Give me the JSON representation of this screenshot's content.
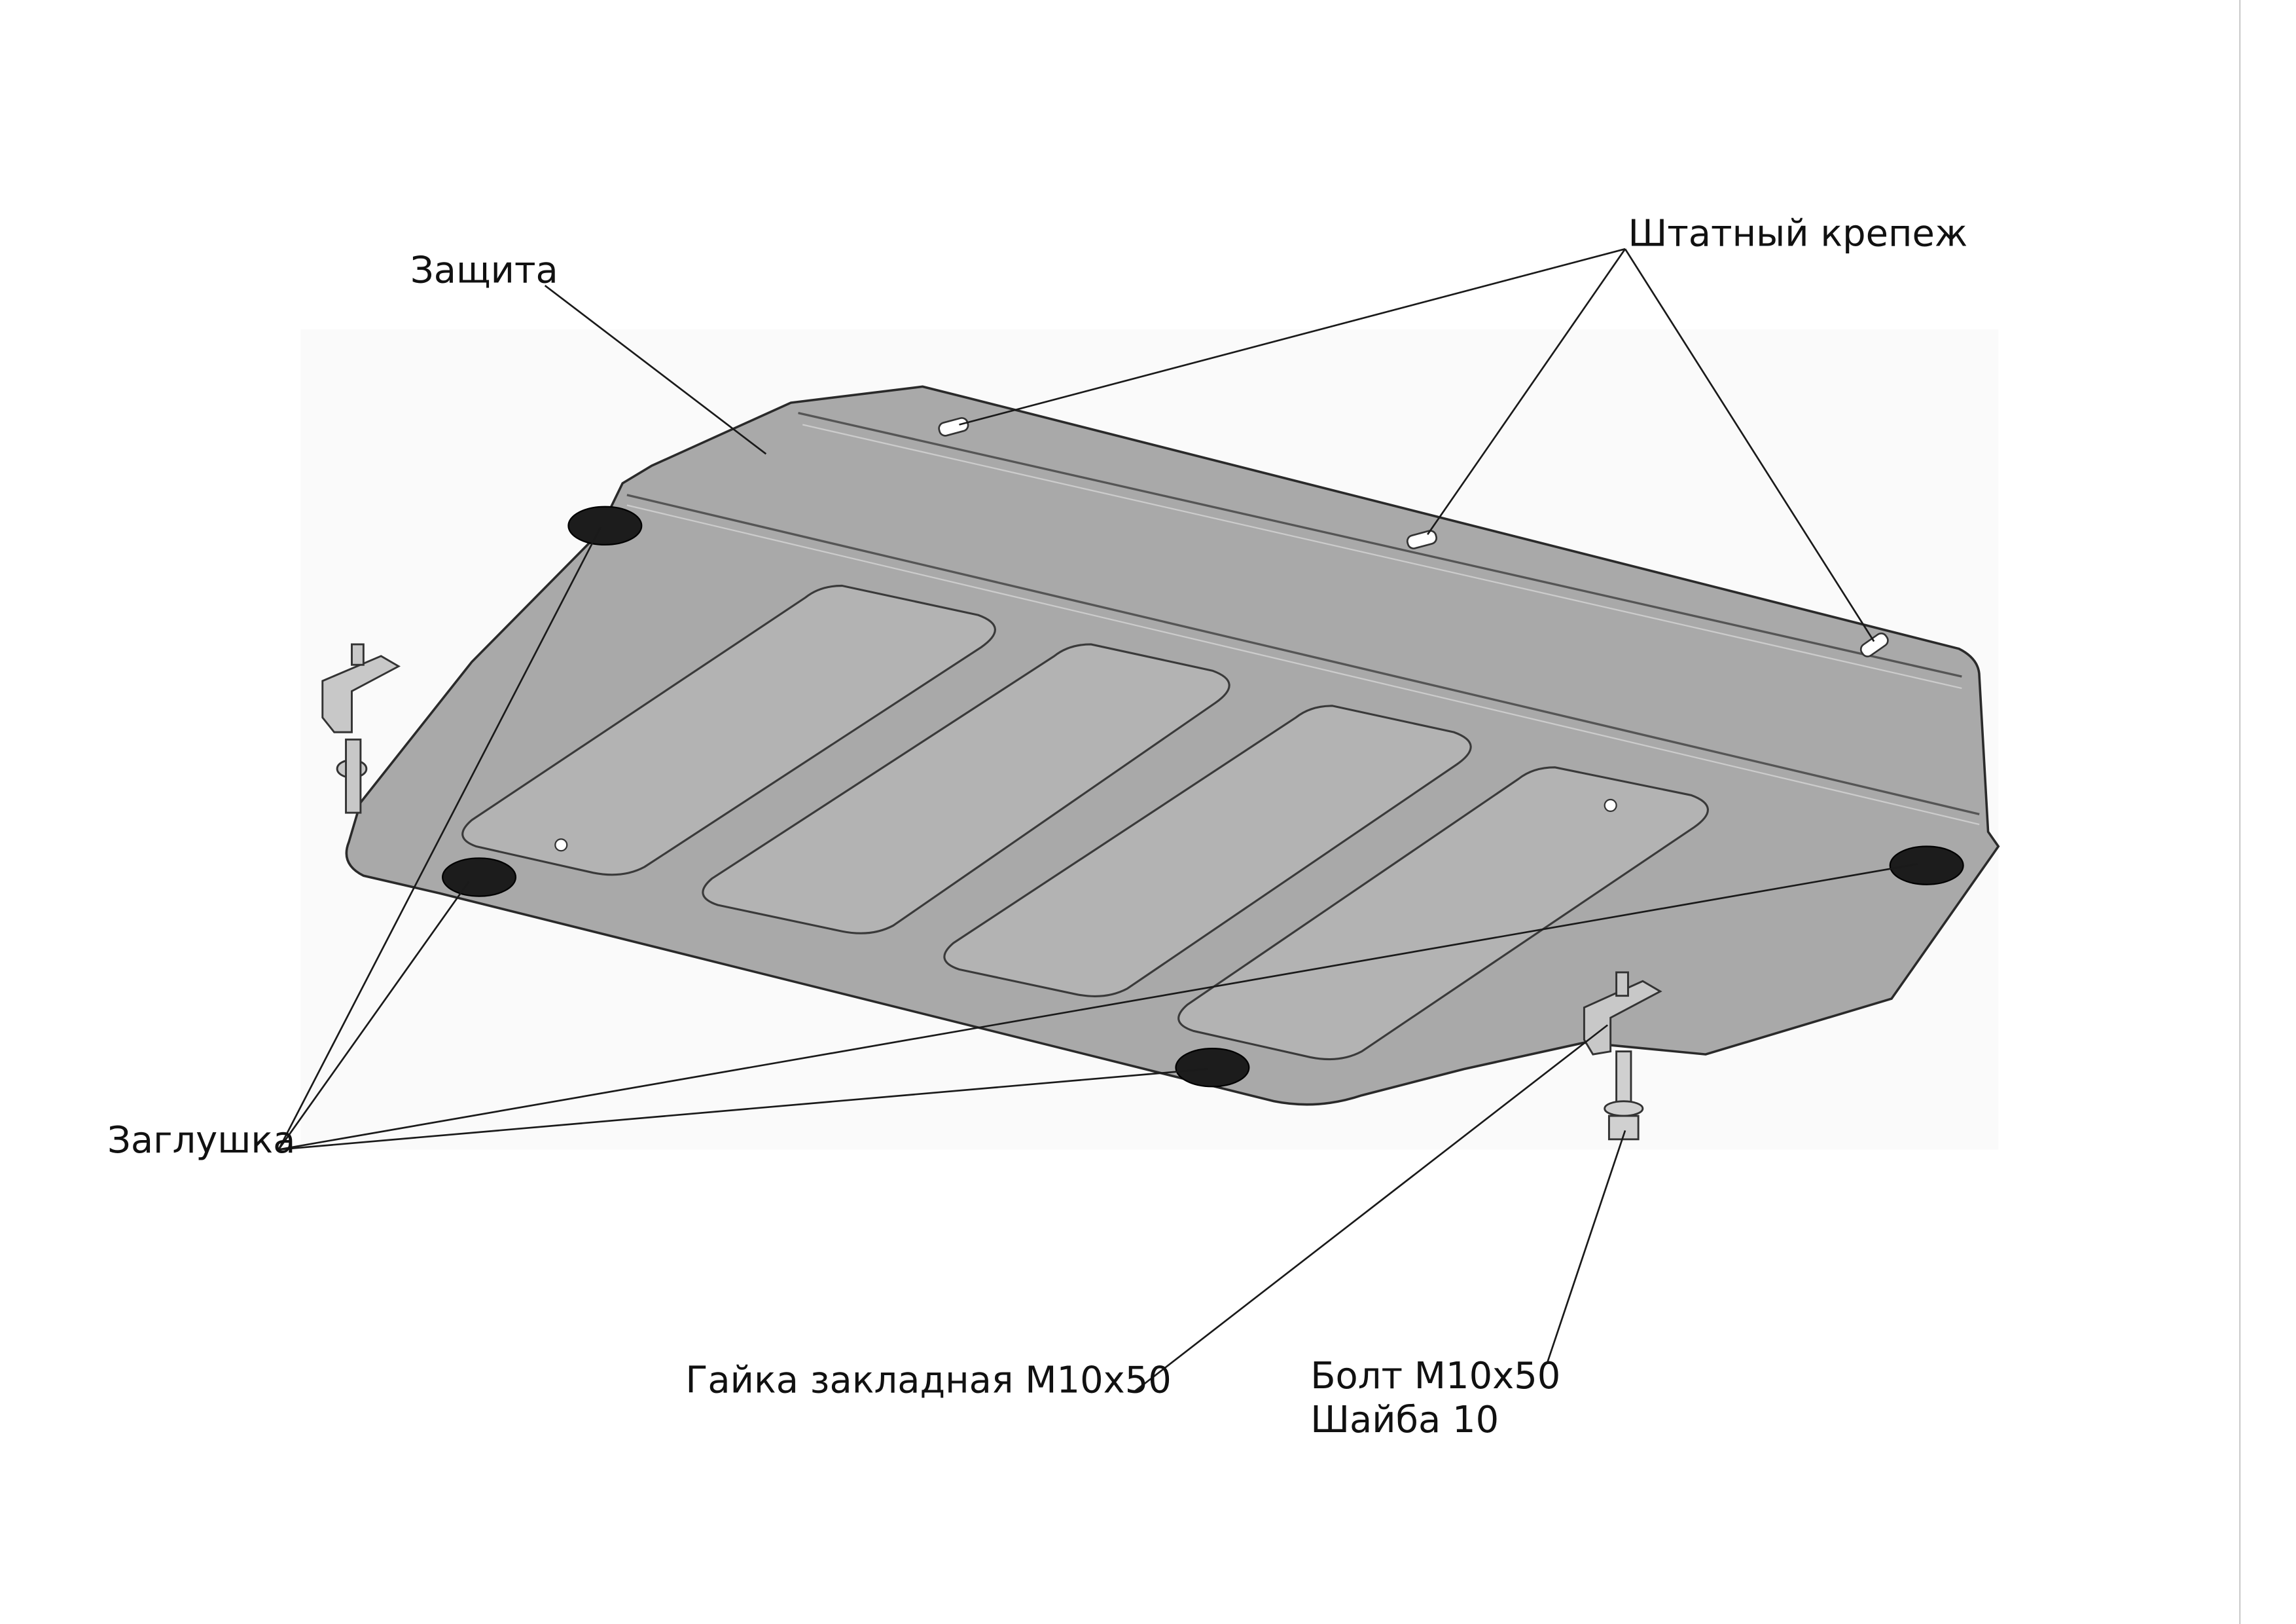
{
  "labels": {
    "shield": "Защита",
    "standard_fasteners": "Штатный крепеж",
    "plug": "Заглушка",
    "nut": "Гайка закладная М10х50",
    "bolt": "Болт М10х50",
    "washer": "Шайба 10"
  },
  "colors": {
    "plate": "#a9a9a9",
    "plug": "#1c1c1c",
    "line": "#1a1a1a"
  }
}
